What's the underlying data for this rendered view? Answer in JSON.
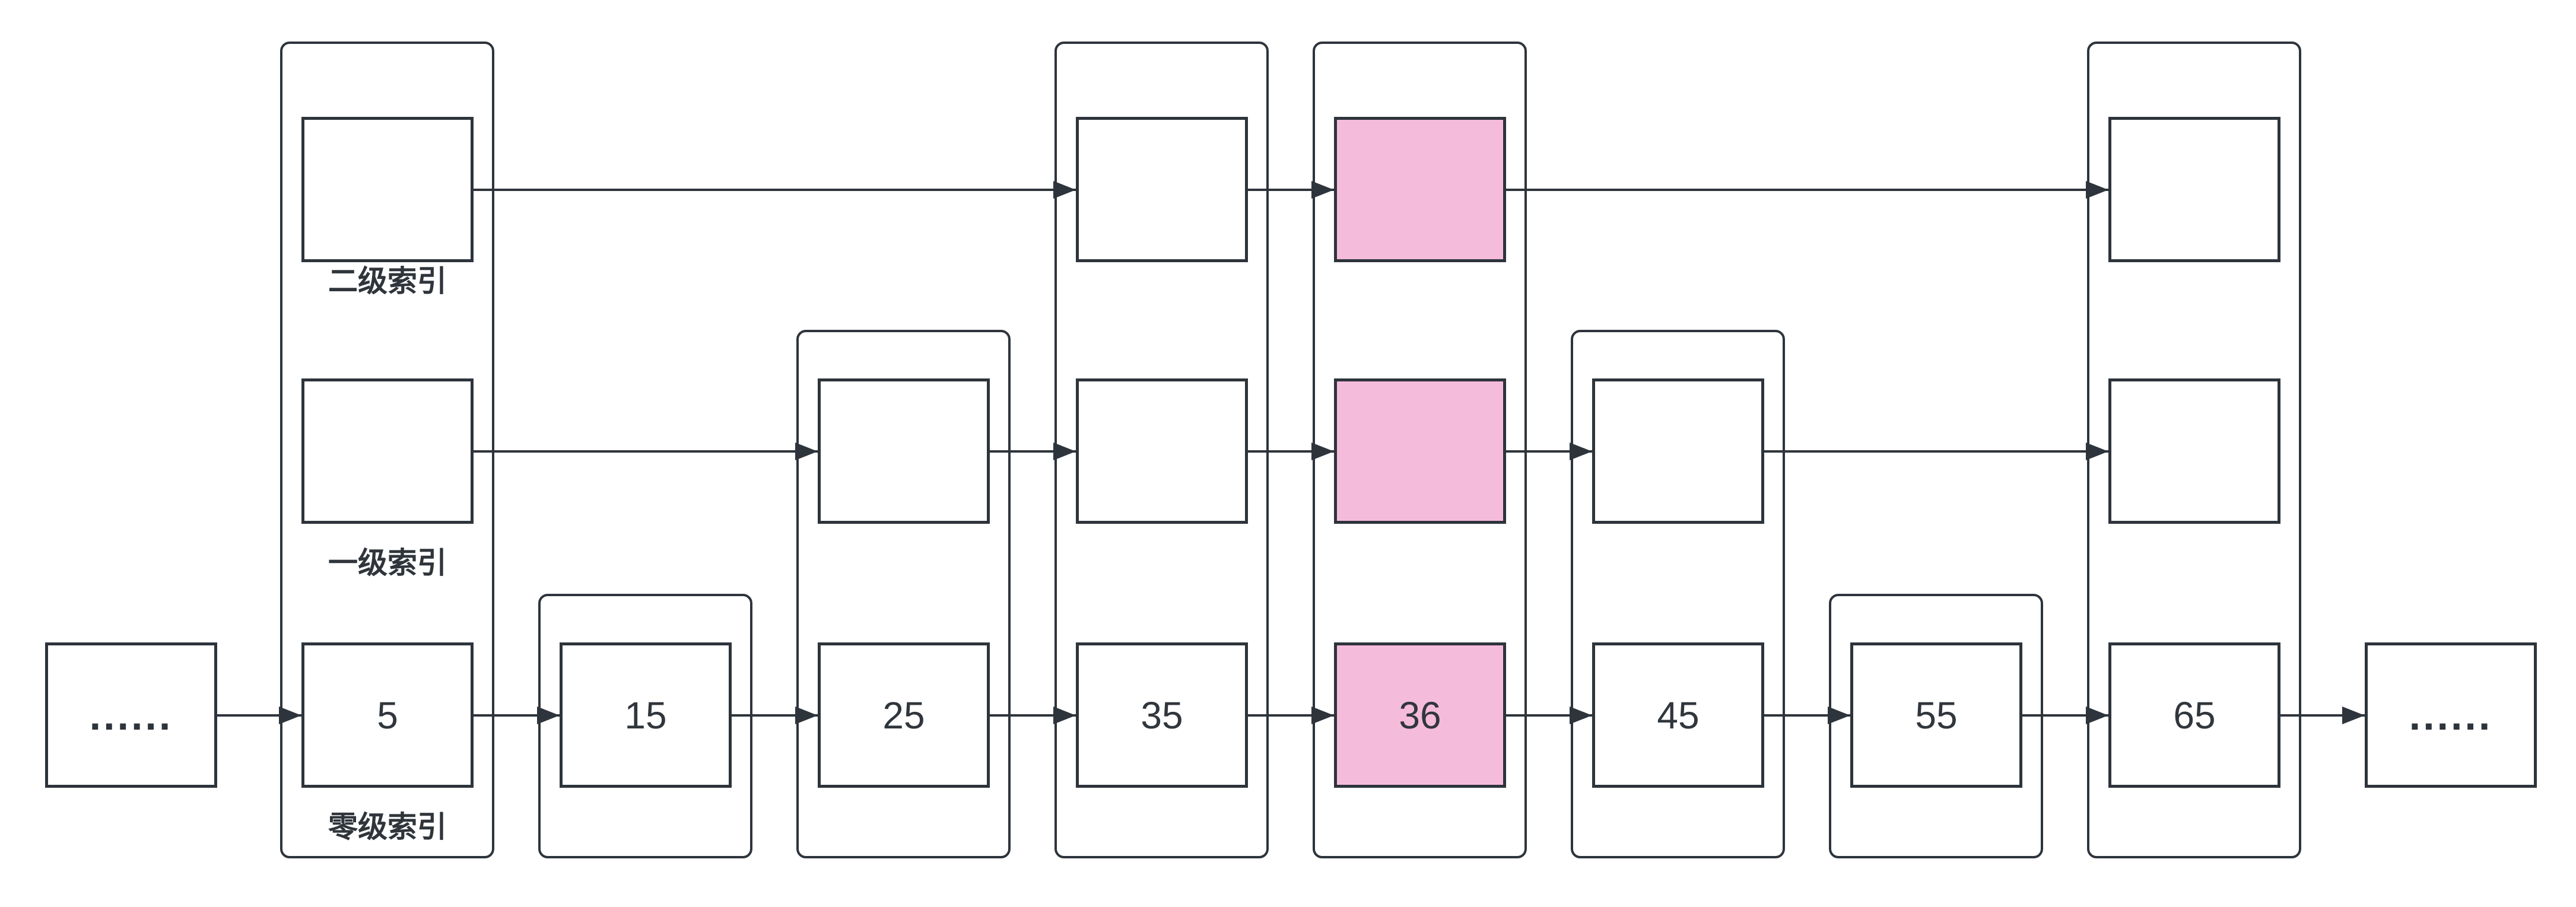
{
  "labels": {
    "level2": "二级索引",
    "level1": "一级索引",
    "level0": "零级索引"
  },
  "nodes": {
    "v5": "5",
    "v15": "15",
    "v25": "25",
    "v35": "35",
    "v36": "36",
    "v45": "45",
    "v55": "55",
    "v65": "65"
  },
  "ellipsis": "......",
  "highlight": {
    "value": "36",
    "fill": "#F5BBDB"
  },
  "colors": {
    "stroke": "#2E343B",
    "text": "#30363C",
    "highlight_fill": "#F5BBDB",
    "background": "#FFFFFF"
  },
  "structure": {
    "level0_sequence": [
      "......",
      "5",
      "15",
      "25",
      "35",
      "36",
      "45",
      "55",
      "65",
      "......"
    ],
    "level1_members": [
      "5",
      "25",
      "35",
      "36",
      "45",
      "65"
    ],
    "level2_members": [
      "5",
      "35",
      "36",
      "65"
    ],
    "highlighted_cells": [
      "36-level2",
      "36-level1",
      "36-level0"
    ]
  }
}
